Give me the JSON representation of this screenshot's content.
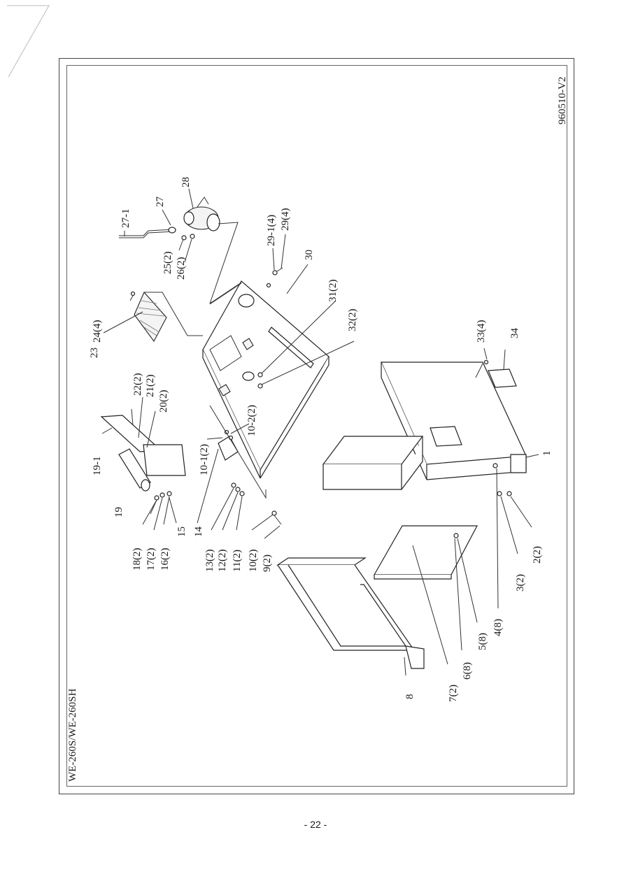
{
  "header": {
    "model": "WE-260S/WE-260SH",
    "revision": "960510-V2"
  },
  "footer": {
    "page_number": "- 22 -"
  },
  "callouts": {
    "p27_1": "27-1",
    "p27": "27",
    "p28": "28",
    "p25": "25(2)",
    "p26": "26(2)",
    "p29_1": "29-1(4)",
    "p29": "29(4)",
    "p30": "30",
    "p24": "24(4)",
    "p23": "23",
    "p31": "31(2)",
    "p32": "32(2)",
    "p22": "22(2)",
    "p21": "21(2)",
    "p20": "20(2)",
    "p19_1": "19-1",
    "p19": "19",
    "p10_2": "10-2(2)",
    "p10_1": "10-1(2)",
    "p33": "33(4)",
    "p34": "34",
    "p1": "1",
    "p18": "18(2)",
    "p17": "17(2)",
    "p16": "16(2)",
    "p15": "15",
    "p14": "14",
    "p13": "13(2)",
    "p12": "12(2)",
    "p11": "11(2)",
    "p10": "10(2)",
    "p9": "9(2)",
    "p2": "2(2)",
    "p3": "3(2)",
    "p4": "4(8)",
    "p5": "5(8)",
    "p6": "6(8)",
    "p7": "7(2)",
    "p8": "8"
  }
}
